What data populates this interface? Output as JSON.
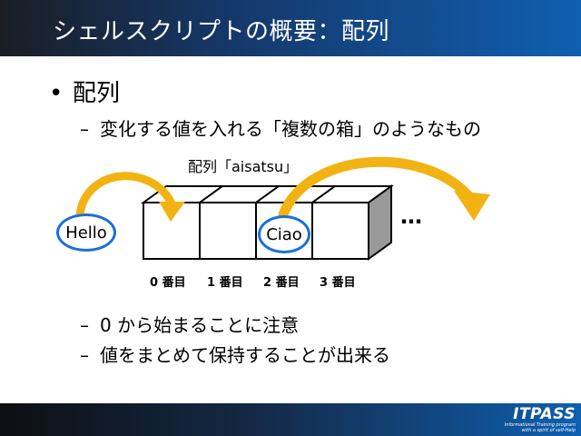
{
  "slide": {
    "title": "シェルスクリプトの概要：配列",
    "bullet": "配列",
    "sub_items": [
      "変化する値を入れる「複数の箱」のようなもの",
      "0 から始まることに注意",
      "値をまとめて保持することが出来る"
    ]
  },
  "diagram": {
    "array_label": "配列「aisatsu」",
    "values": [
      "Hello",
      "Ciao"
    ],
    "indices": [
      "0 番目",
      "1 番目",
      "2 番目",
      "3 番目"
    ],
    "ellipsis": "…",
    "colors": {
      "oval_border": "#1a6fd8",
      "arrow": "#f2b312"
    }
  },
  "logo": {
    "name": "ITPASS",
    "tagline_1": "Informational Training program",
    "tagline_2": "with a spirit of self-Help"
  }
}
